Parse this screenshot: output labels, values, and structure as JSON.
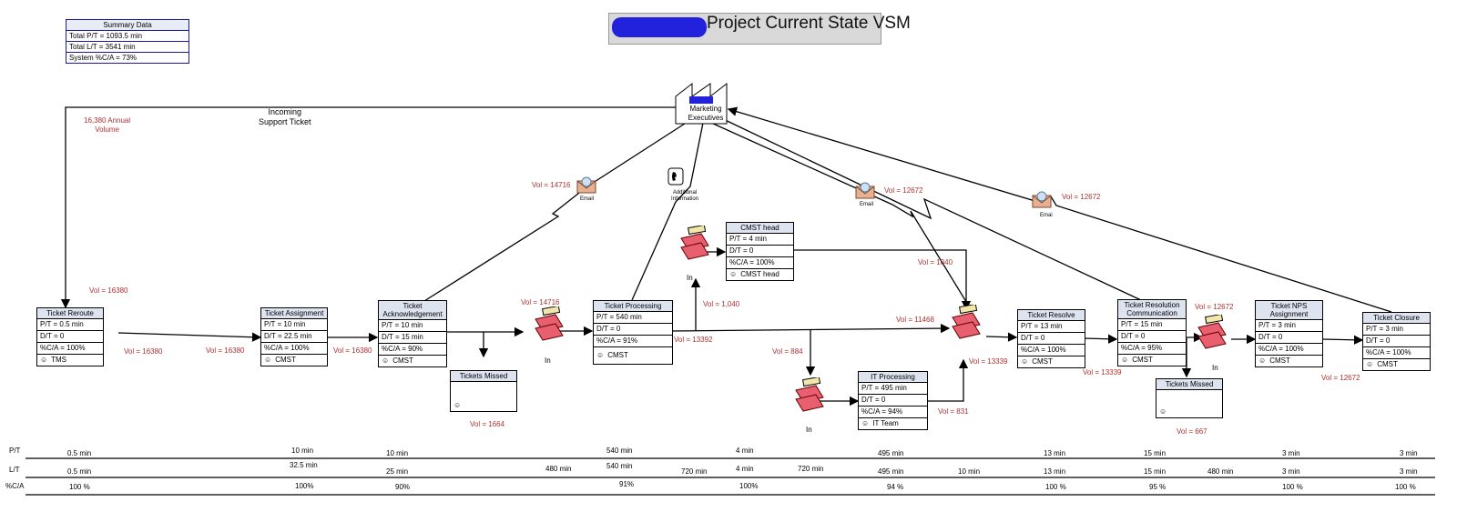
{
  "title": "Project Current State VSM",
  "summary": {
    "header": "Summary Data",
    "rows": [
      "Total P/T = 1093.5 min",
      "Total L/T = 3541 min",
      "System %C/A = 73%"
    ]
  },
  "supplier": {
    "line1": "Marketing",
    "line2": "Executives"
  },
  "incoming": {
    "line1": "Incoming",
    "line2": "Support Ticket"
  },
  "annual": {
    "line1": "16,380 Annual",
    "line2": "Volume"
  },
  "icons": {
    "email": "Email",
    "phone_label1": "Additional",
    "phone_label2": "Information",
    "email_alt": "Emai",
    "inventory": "In"
  },
  "processes": {
    "reroute": {
      "name": "Ticket Reroute",
      "pt": "P/T = 0.5 min",
      "dt": "D/T = 0",
      "ca": "%C/A = 100%",
      "op": "TMS"
    },
    "assignment": {
      "name": "Ticket Assignment",
      "pt": "P/T =  10 min",
      "dt": "D/T =  22.5 min",
      "ca": "%C/A = 100%",
      "op": "CMST"
    },
    "ack": {
      "name1": "Ticket",
      "name2": "Acknowledgement",
      "pt": "P/T = 10 min",
      "dt": "D/T = 15 min",
      "ca": "%C/A = 90%",
      "op": "CMST"
    },
    "processing": {
      "name": "Ticket Processing",
      "pt": "P/T = 540  min",
      "dt": "D/T = 0",
      "ca": "%C/A = 91%",
      "op": "CMST"
    },
    "cmst_head": {
      "name": "CMST head",
      "pt": "P/T =  4 min",
      "dt": "D/T = 0",
      "ca": "%C/A = 100%",
      "op": "CMST head"
    },
    "it_processing": {
      "name": "IT Processing",
      "pt": "P/T = 495 min",
      "dt": "D/T = 0",
      "ca": "%C/A = 94%",
      "op": "IT Team"
    },
    "resolve": {
      "name": "Ticket Resolve",
      "pt": "P/T = 13 min",
      "dt": "D/T = 0",
      "ca": "%C/A = 100%",
      "op": "CMST"
    },
    "res_comm": {
      "name1": "Ticket Resolution",
      "name2": "Communication",
      "pt": "P/T = 15 min",
      "dt": "D/T = 0",
      "ca": "%C/A = 95%",
      "op": "CMST"
    },
    "nps": {
      "name1": "Ticket NPS",
      "name2": "Assignment",
      "pt": "P/T = 3 min",
      "dt": "D/T = 0",
      "ca": "%C/A = 100%",
      "op": "CMST"
    },
    "closure": {
      "name": "Ticket Closure",
      "pt": "P/T = 3 min",
      "dt": "D/T = 0",
      "ca": "%C/A = 100%",
      "op": "CMST"
    },
    "missed1": {
      "name": "Tickets Missed"
    },
    "missed2": {
      "name": "Tickets Missed"
    }
  },
  "volumes": {
    "v16380a": "Vol = 16380",
    "v16380b": "Vol =  16380",
    "v16380c": "Vol = 16380",
    "v16380d": "Vol = 16380",
    "v14716a": "Vol = 14716",
    "v14716b": "Vol = 14716",
    "v12672a": "Vol = 12672",
    "v12672b": "Vol = 12672",
    "v12672c": "Vol = 12672",
    "v12672d": "Vol = 12672",
    "v1040a": "Vol = 1040",
    "v1040b": "Vol = 1,040",
    "v13392": "Vol = 13392",
    "v11468": "Vol = 11468",
    "v884": "Vol = 884",
    "v831": "Vol = 831",
    "v13339a": "Vol = 13339",
    "v13339b": "Vol = 13339",
    "v1664": "Vol = 1664",
    "v667": "Vol = 667"
  },
  "timeline": {
    "pt_label": "P/T",
    "lt_label": "L/T",
    "ca_label": "%C/A",
    "pt": [
      "0.5  min",
      "10 min",
      "10 min",
      "540  min",
      "4  min",
      "495 min",
      "13 min",
      "15 min",
      "3 min",
      "3 min"
    ],
    "lt": [
      "0.5  min",
      "32.5 min",
      "25 min",
      "480 min",
      "540  min",
      "720 min",
      "4  min",
      "720 min",
      "495 min",
      "10 min",
      "13 min",
      "15 min",
      "480 min",
      "3 min",
      "3 min"
    ],
    "ca": [
      "100  %",
      "100%",
      "90%",
      "91%",
      "100%",
      "94 %",
      "100 %",
      "95 %",
      "100 %",
      "100 %"
    ]
  }
}
